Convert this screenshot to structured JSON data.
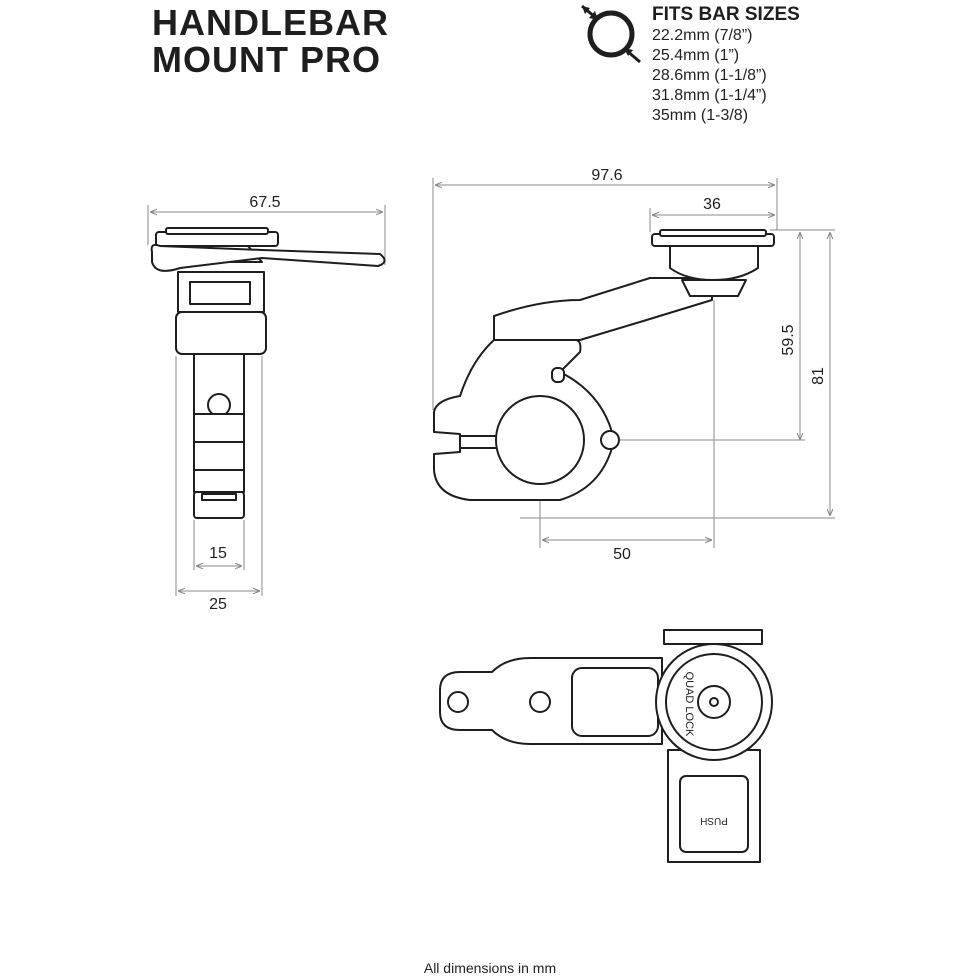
{
  "title": {
    "line1": "HANDLEBAR",
    "line2": "MOUNT PRO"
  },
  "fits": {
    "heading": "FITS BAR SIZES",
    "sizes": [
      "22.2mm (7/8”)",
      "25.4mm (1”)",
      "28.6mm (1-1/8”)",
      "31.8mm (1-1/4”)",
      "35mm (1-3/8)"
    ]
  },
  "dimensions": {
    "front_width": "67.5",
    "front_inner": "15",
    "front_base": "25",
    "side_total_width": "97.6",
    "side_head_width": "36",
    "side_height_center": "59.5",
    "side_total_height": "81",
    "side_offset": "50"
  },
  "product_text": {
    "brand": "QUAD LOCK",
    "push": "PUSH"
  },
  "footer": "All dimensions in mm",
  "colors": {
    "line": "#1e1e1e",
    "dim": "#8a8a8a",
    "fill": "#ffffff"
  },
  "icons": [
    "bar-size-icon"
  ]
}
